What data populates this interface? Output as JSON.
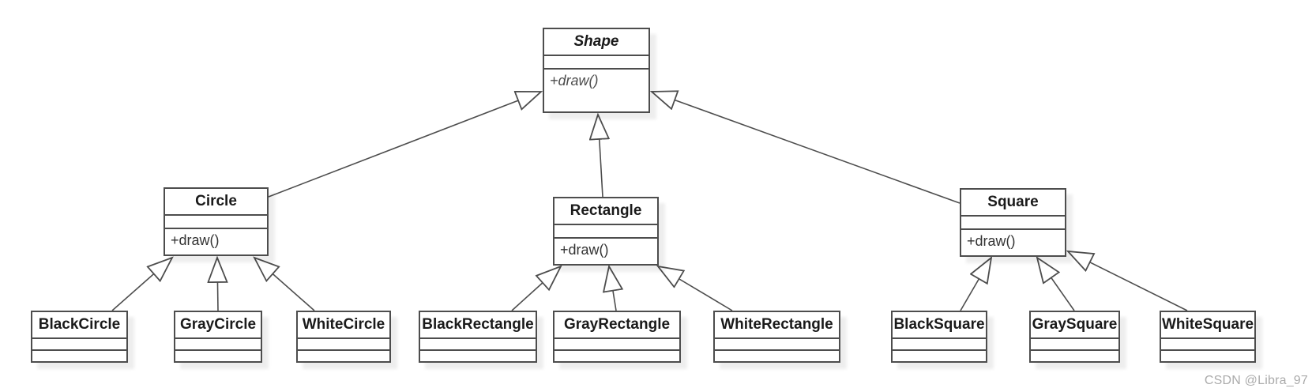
{
  "diagram": {
    "type": "uml-class-diagram",
    "classes": [
      {
        "id": "shape",
        "name": "Shape",
        "abstract": true,
        "method": "+draw()"
      },
      {
        "id": "circle",
        "name": "Circle",
        "abstract": false,
        "method": "+draw()"
      },
      {
        "id": "rectangle",
        "name": "Rectangle",
        "abstract": false,
        "method": "+draw()"
      },
      {
        "id": "square",
        "name": "Square",
        "abstract": false,
        "method": "+draw()"
      },
      {
        "id": "black-circle",
        "name": "BlackCircle"
      },
      {
        "id": "gray-circle",
        "name": "GrayCircle"
      },
      {
        "id": "white-circle",
        "name": "WhiteCircle"
      },
      {
        "id": "black-rectangle",
        "name": "BlackRectangle"
      },
      {
        "id": "gray-rectangle",
        "name": "GrayRectangle"
      },
      {
        "id": "white-rectangle",
        "name": "WhiteRectangle"
      },
      {
        "id": "black-square",
        "name": "BlackSquare"
      },
      {
        "id": "gray-square",
        "name": "GraySquare"
      },
      {
        "id": "white-square",
        "name": "WhiteSquare"
      }
    ],
    "edges": [
      {
        "child": "Circle",
        "parent": "Shape",
        "type": "generalization"
      },
      {
        "child": "Rectangle",
        "parent": "Shape",
        "type": "generalization"
      },
      {
        "child": "Square",
        "parent": "Shape",
        "type": "generalization"
      },
      {
        "child": "BlackCircle",
        "parent": "Circle",
        "type": "generalization"
      },
      {
        "child": "GrayCircle",
        "parent": "Circle",
        "type": "generalization"
      },
      {
        "child": "WhiteCircle",
        "parent": "Circle",
        "type": "generalization"
      },
      {
        "child": "BlackRectangle",
        "parent": "Rectangle",
        "type": "generalization"
      },
      {
        "child": "GrayRectangle",
        "parent": "Rectangle",
        "type": "generalization"
      },
      {
        "child": "WhiteRectangle",
        "parent": "Rectangle",
        "type": "generalization"
      },
      {
        "child": "BlackSquare",
        "parent": "Square",
        "type": "generalization"
      },
      {
        "child": "GraySquare",
        "parent": "Square",
        "type": "generalization"
      },
      {
        "child": "WhiteSquare",
        "parent": "Square",
        "type": "generalization"
      }
    ]
  },
  "watermark": {
    "text": "CSDN @Libra_97"
  },
  "colors": {
    "stroke": "#4d4d4d",
    "box_fill": "#ffffff",
    "title_text": "#1a1a1a",
    "method_text": "#333333",
    "abstract_method_text": "#4d4d4d",
    "watermark_text": "#ababab",
    "background": "#ffffff"
  }
}
